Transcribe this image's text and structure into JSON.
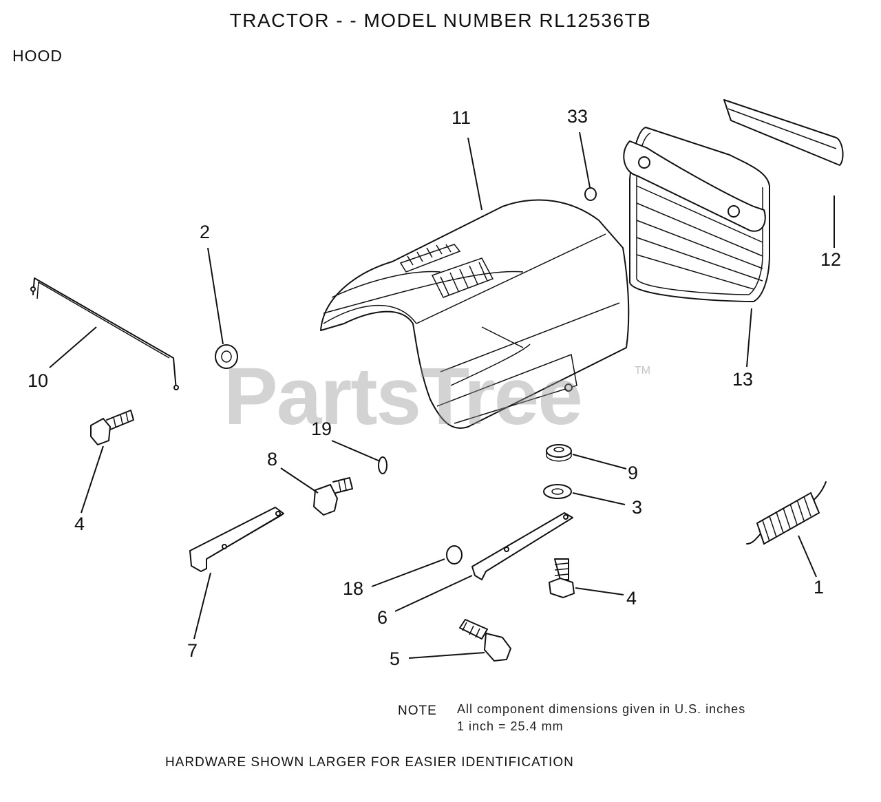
{
  "title": "TRACTOR - - MODEL NUMBER RL12536TB",
  "section": "HOOD",
  "callouts": {
    "c1": "1",
    "c2": "2",
    "c3": "3",
    "c4a": "4",
    "c4b": "4",
    "c5": "5",
    "c6": "6",
    "c7": "7",
    "c8": "8",
    "c9": "9",
    "c10": "10",
    "c11": "11",
    "c12": "12",
    "c13": "13",
    "c18": "18",
    "c19": "19",
    "c33": "33"
  },
  "note": {
    "label": "NOTE",
    "line1": "All component dimensions given in U.S. inches",
    "line2": "1 inch = 25.4 mm"
  },
  "footer": "HARDWARE SHOWN LARGER FOR EASIER IDENTIFICATION",
  "watermark": {
    "text": "PartsTree",
    "tm": "TM"
  }
}
